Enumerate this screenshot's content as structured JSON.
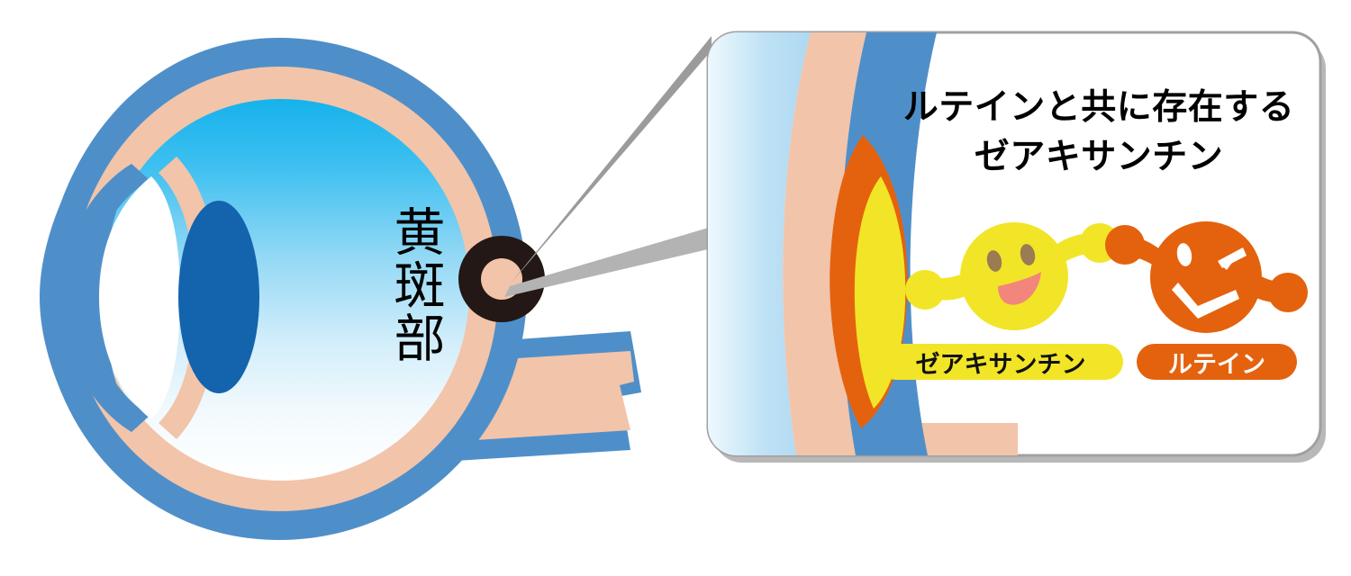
{
  "diagram": {
    "type": "anatomical-illustration",
    "subject": "human eye cross-section with magnified macula detail",
    "language": "ja"
  },
  "eye": {
    "label": "黄斑部",
    "label_meaning_parts": [
      "黄",
      "斑",
      "部"
    ],
    "marker": "macula-ring-marker",
    "structures": [
      "sclera",
      "retina-choroid",
      "vitreous-body",
      "cornea",
      "anterior-chamber",
      "lens",
      "optic-nerve"
    ]
  },
  "panel": {
    "title_line1": "ルテインと共に存在する",
    "title_line2": "ゼアキサンチン",
    "badges": [
      {
        "id": "zeaxanthin",
        "label": "ゼアキサンチン",
        "bg": "#f2e527",
        "fg": "#111111"
      },
      {
        "id": "lutein",
        "label": "ルテイン",
        "bg": "#e4620d",
        "fg": "#ffffff"
      }
    ],
    "characters": [
      {
        "id": "zeaxanthin-mascot",
        "color": "#f2e527",
        "expression": "smiling"
      },
      {
        "id": "lutein-mascot",
        "color": "#e4620d",
        "expression": "winking"
      }
    ]
  },
  "colors": {
    "sclera_blue": "#4f8fc9",
    "retina_peach": "#f2c4aa",
    "vitreous_cyan": "#29b7ee",
    "lens_blue": "#1463ad",
    "lutein_orange": "#e4620d",
    "zeaxanthin_yellow": "#f2e527",
    "marker_dark": "#231815",
    "panel_border": "#a0a0a0",
    "mouth_pink": "#f2867d",
    "eye_brown": "#9a7b52"
  }
}
